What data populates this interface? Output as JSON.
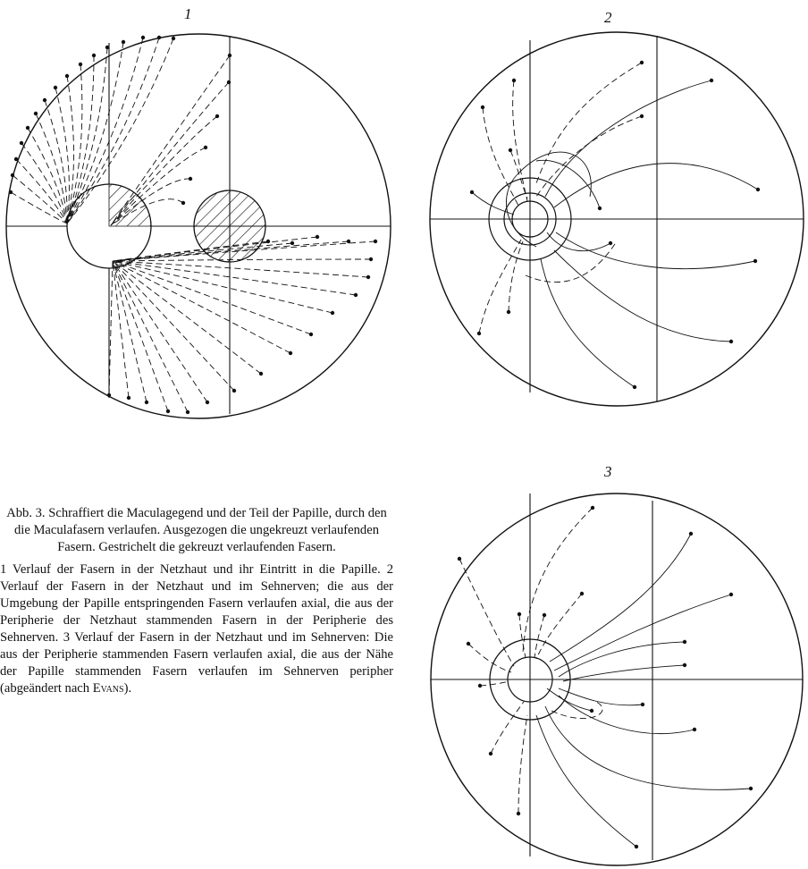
{
  "figures": {
    "fig1": {
      "number": "1"
    },
    "fig2": {
      "number": "2"
    },
    "fig3": {
      "number": "3"
    }
  },
  "caption": {
    "para1": "Abb. 3. Schraffiert die Maculagegend und der Teil der Papille, durch den die Maculafasern verlaufen. Ausgezogen die ungekreuzt verlaufenden Fasern. Gestrichelt die gekreuzt verlaufenden Fasern.",
    "para2_main": "1 Verlauf der Fasern in der Netzhaut und ihr Eintritt in die Papille. 2 Verlauf der Fasern in der Netzhaut und im Sehnerven; die aus der Umgebung der Papille entspringenden Fasern verlaufen axial, die aus der Peripherie der Netzhaut stammenden Fasern in der Peripherie des Sehnerven. 3 Verlauf der Fasern in der Netzhaut und im Sehnerven: Die aus der Peripherie stammenden Fasern verlaufen axial, die aus der Nähe der Papille stammenden Fasern verlaufen im Sehnerven peripher (abgeändert nach",
    "para2_author": "Evans",
    "para2_end": ")."
  }
}
